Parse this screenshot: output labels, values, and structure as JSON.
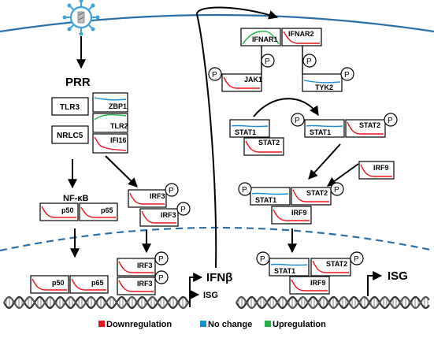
{
  "diagram": {
    "labels": {
      "prr": "PRR",
      "tlr3": "TLR3",
      "nrlc5": "NRLC5",
      "zbp1": "ZBP1",
      "tlr2": "TLR2",
      "ifi16": "IFI16",
      "nfkb": "NF-κB",
      "p50": "p50",
      "p65": "p65",
      "irf3": "IRF3",
      "ifnar1": "IFNAR1",
      "ifnar2": "IFNAR2",
      "jak1": "JAK1",
      "tyk2": "TYK2",
      "stat1": "STAT1",
      "stat2": "STAT2",
      "irf9": "IRF9",
      "ifnb": "IFNβ",
      "isg": "ISG",
      "phospho": "P"
    },
    "legend": [
      {
        "label": "Downregulation",
        "color": "#e8141b"
      },
      {
        "label": "No change",
        "color": "#1a8fd6"
      },
      {
        "label": "Upregulation",
        "color": "#22b24c"
      }
    ],
    "colors": {
      "down": "#e8141b",
      "nochange": "#1a8fd6",
      "up": "#22b24c",
      "membrane": "#2b6fa6",
      "virus": "#3fa2d8"
    }
  }
}
